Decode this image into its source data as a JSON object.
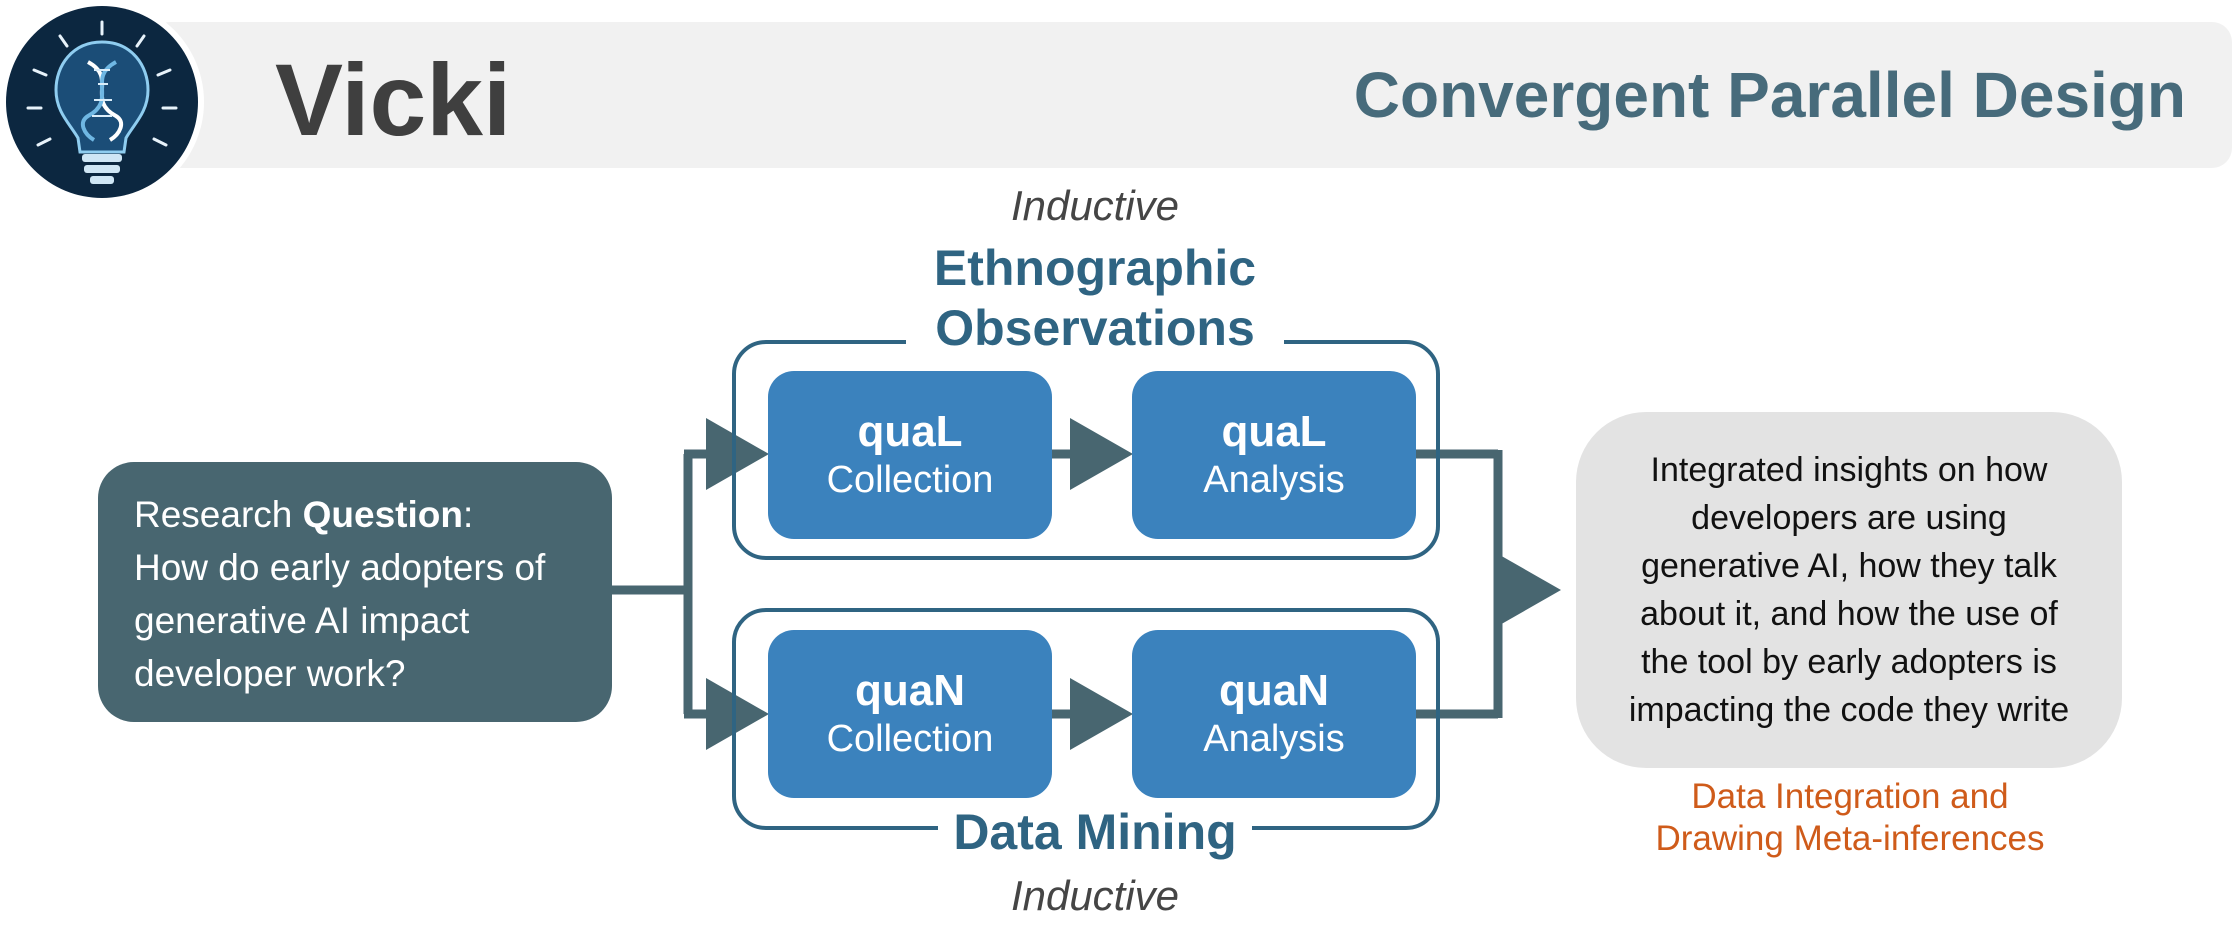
{
  "header": {
    "app_title": "Vicki",
    "page_title": "Convergent Parallel Design"
  },
  "logo": {
    "icon": "lightbulb-dna-icon",
    "bg_color": "#0c2740",
    "accent_color": "#6fb7e3"
  },
  "question": {
    "prefix": "Research ",
    "emphasis": "Question",
    "suffix": ":",
    "body": "How do early adopters of generative AI impact developer work?"
  },
  "strands": {
    "top": {
      "approach": "Inductive",
      "title": "Ethnographic Observations",
      "stages": [
        {
          "name": "quaL",
          "step": "Collection"
        },
        {
          "name": "quaL",
          "step": "Analysis"
        }
      ]
    },
    "bottom": {
      "approach": "Inductive",
      "title": "Data Mining",
      "stages": [
        {
          "name": "quaN",
          "step": "Collection"
        },
        {
          "name": "quaN",
          "step": "Analysis"
        }
      ]
    }
  },
  "result": {
    "text": "Integrated insights on how developers are using generative AI, how they talk about it, and how the use of the tool by early adopters is impacting the code they write",
    "caption_line1": "Data Integration and",
    "caption_line2": "Drawing Meta-inferences"
  },
  "colors": {
    "stage_fill": "#3b82bd",
    "frame_stroke": "#2f6482",
    "question_fill": "#486670",
    "result_fill": "#e3e3e3",
    "caption": "#cf5b1a",
    "connector": "#486670"
  }
}
